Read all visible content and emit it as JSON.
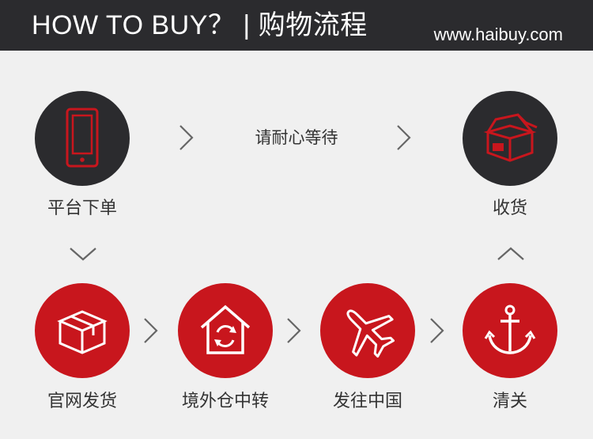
{
  "header": {
    "title": "HOW TO BUY？",
    "separator": "|",
    "title_cn": "购物流程",
    "site": "www.haibuy.com"
  },
  "wait_text": "请耐心等待",
  "steps": [
    {
      "label": "平台下单",
      "icon": "phone-icon",
      "color": "#2b2b2e"
    },
    {
      "label": "收货",
      "icon": "box-icon",
      "color": "#2b2b2e"
    },
    {
      "label": "官网发货",
      "icon": "package-icon",
      "color": "#c8161d"
    },
    {
      "label": "境外仓中转",
      "icon": "warehouse-icon",
      "color": "#c8161d"
    },
    {
      "label": "发往中国",
      "icon": "airplane-icon",
      "color": "#c8161d"
    },
    {
      "label": "清关",
      "icon": "anchor-icon",
      "color": "#c8161d"
    }
  ],
  "colors": {
    "accent": "#c8161d",
    "dark": "#2b2b2e",
    "background": "#f0f0f0"
  }
}
